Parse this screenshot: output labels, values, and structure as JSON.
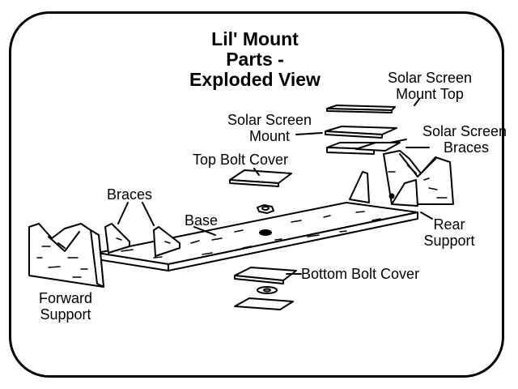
{
  "title": {
    "line1": "Lil' Mount",
    "line2": "Parts -",
    "line3": "Exploded View"
  },
  "labels": {
    "solar_screen_mount_top": [
      "Solar Screen",
      "Mount Top"
    ],
    "solar_screen_mount": [
      "Solar Screen",
      "Mount"
    ],
    "solar_screen_braces": [
      "Solar Screen",
      "Braces"
    ],
    "top_bolt_cover": "Top Bolt Cover",
    "braces": "Braces",
    "base": "Base",
    "rear_support": [
      "Rear",
      "Support"
    ],
    "bottom_bolt_cover": "Bottom Bolt Cover",
    "forward_support": [
      "Forward",
      "Support"
    ]
  },
  "colors": {
    "line": "#000000",
    "background": "#ffffff"
  }
}
